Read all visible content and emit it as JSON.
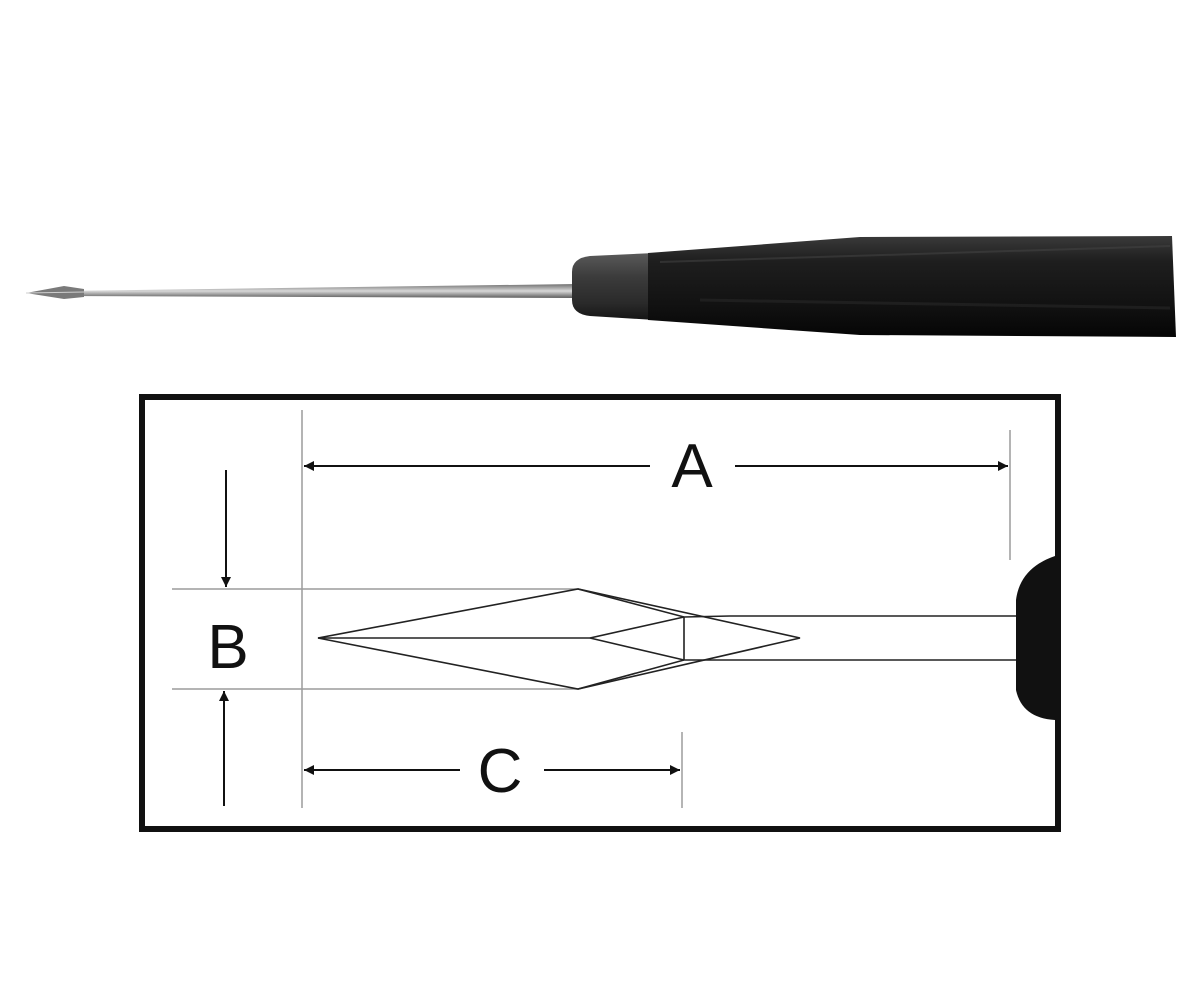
{
  "diagram": {
    "labels": {
      "a": "A",
      "b": "B",
      "c": "C"
    }
  },
  "colors": {
    "background": "#ffffff",
    "ink": "#111111",
    "handle": "#1b1b1b",
    "shaft": "#9a9a9a",
    "guide_lines": "#9c9c9c"
  }
}
